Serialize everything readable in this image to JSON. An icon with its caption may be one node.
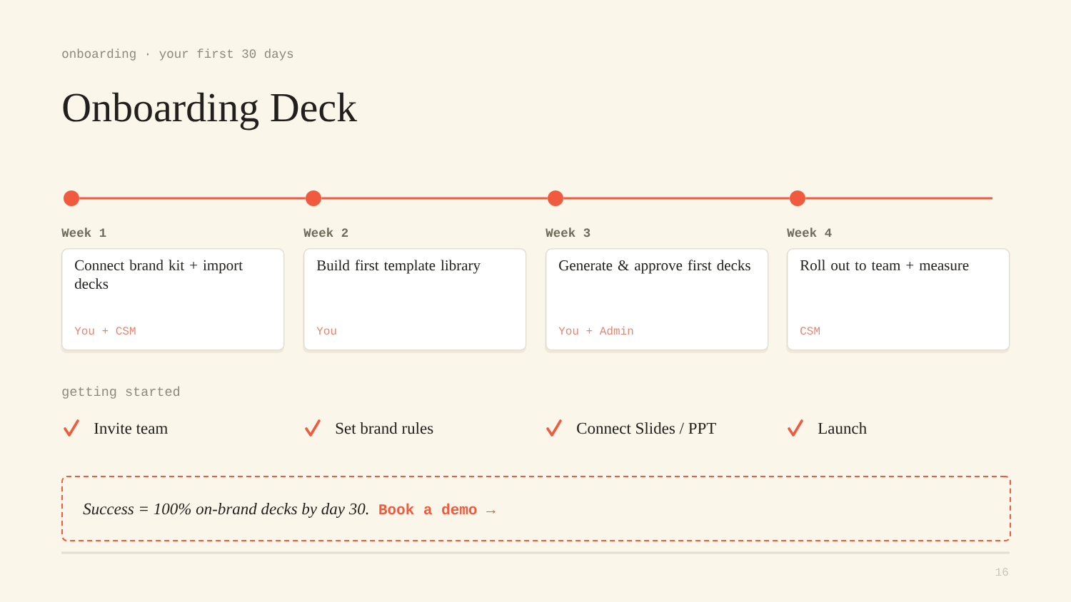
{
  "diagram": {
    "title": "Onboarding Deck",
    "nodes": [
      {
        "text": [],
        "shape": "circle"
      },
      {
        "text": [],
        "shape": "circle"
      },
      {
        "text": [],
        "shape": "circle"
      },
      {
        "text": [],
        "shape": "circle"
      },
      {
        "text": [
          "Week 1",
          "Connect brand kit + import decks",
          "You + CSM"
        ]
      },
      {
        "text": [
          "Week 2",
          "Build first template library",
          "You"
        ]
      },
      {
        "text": [
          "Week 3",
          "Generate & approve first decks",
          "You + Admin"
        ]
      },
      {
        "text": [
          "Week 4",
          "Roll out to team + measure",
          "CSM"
        ]
      },
      {
        "text": [
          "Success = 100% on-brand decks by day 30.",
          "Book a demo →"
        ]
      }
    ],
    "edges": [
      {
        "from": 0,
        "to": 1,
        "arrow": "none"
      },
      {
        "from": 1,
        "to": 2,
        "arrow": "none"
      },
      {
        "from": 2,
        "to": 3,
        "arrow": "none"
      },
      {
        "from": 3,
        "to": null,
        "arrow": "none"
      }
    ],
    "labels": [
      "onboarding · your first 30 days",
      "getting started",
      "Invite team",
      "Set brand rules",
      "Connect Slides / PPT",
      "Launch",
      "16"
    ]
  }
}
